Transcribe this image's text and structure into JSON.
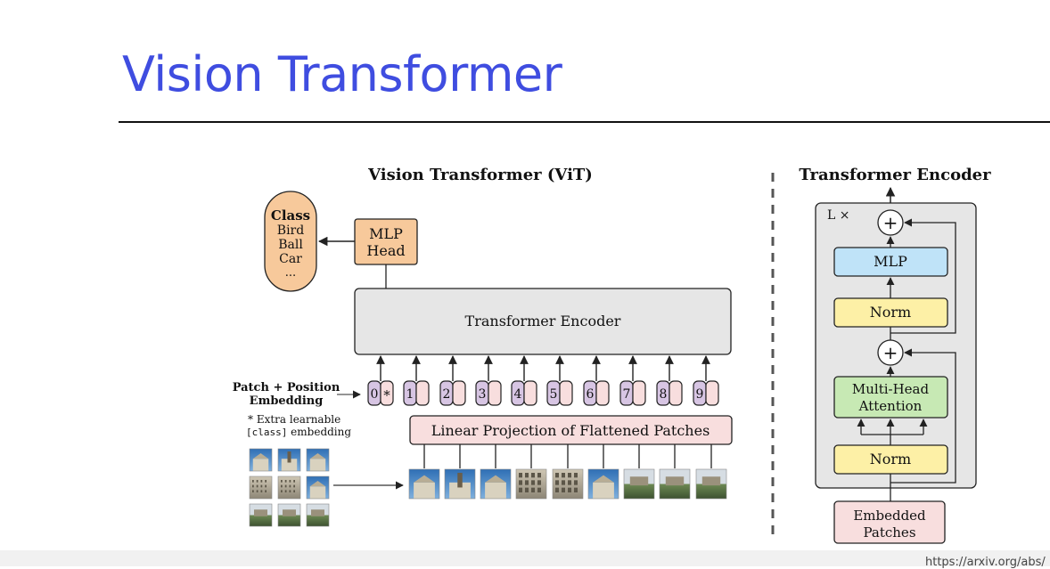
{
  "slide": {
    "title": "Vision Transformer"
  },
  "vit": {
    "title": "Vision Transformer (ViT)",
    "class_box": {
      "title": "Class",
      "items": [
        "Bird",
        "Ball",
        "Car",
        "..."
      ]
    },
    "mlp_head": [
      "MLP",
      "Head"
    ],
    "encoder_label": "Transformer Encoder",
    "patch_position_label": [
      "Patch + Position",
      "Embedding"
    ],
    "extra_note": {
      "line1": "* Extra learnable",
      "code": "[class]",
      "line2": " embedding"
    },
    "tokens": [
      "0",
      "1",
      "2",
      "3",
      "4",
      "5",
      "6",
      "7",
      "8",
      "9"
    ],
    "class_token_marker": "*",
    "linear_projection": "Linear Projection of Flattened Patches"
  },
  "encoder_detail": {
    "title": "Transformer Encoder",
    "repeat_label": "L ×",
    "plus": "+",
    "mlp": "MLP",
    "norm": "Norm",
    "attention": [
      "Multi-Head",
      "Attention"
    ],
    "embedded_patches": [
      "Embedded",
      "Patches"
    ]
  },
  "colors": {
    "title_blue": "#3f4de0",
    "class_orange": "#f7c99b",
    "encoder_gray": "#e6e6e6",
    "pos_purple": "#d7c5e3",
    "patch_pink": "#f8dede",
    "mlp_blue": "#bfe3f8",
    "norm_yellow": "#fdf0a6",
    "attention_green": "#c7e9b4"
  },
  "footer": {
    "url_fragment": "https://arxiv.org/abs/"
  }
}
